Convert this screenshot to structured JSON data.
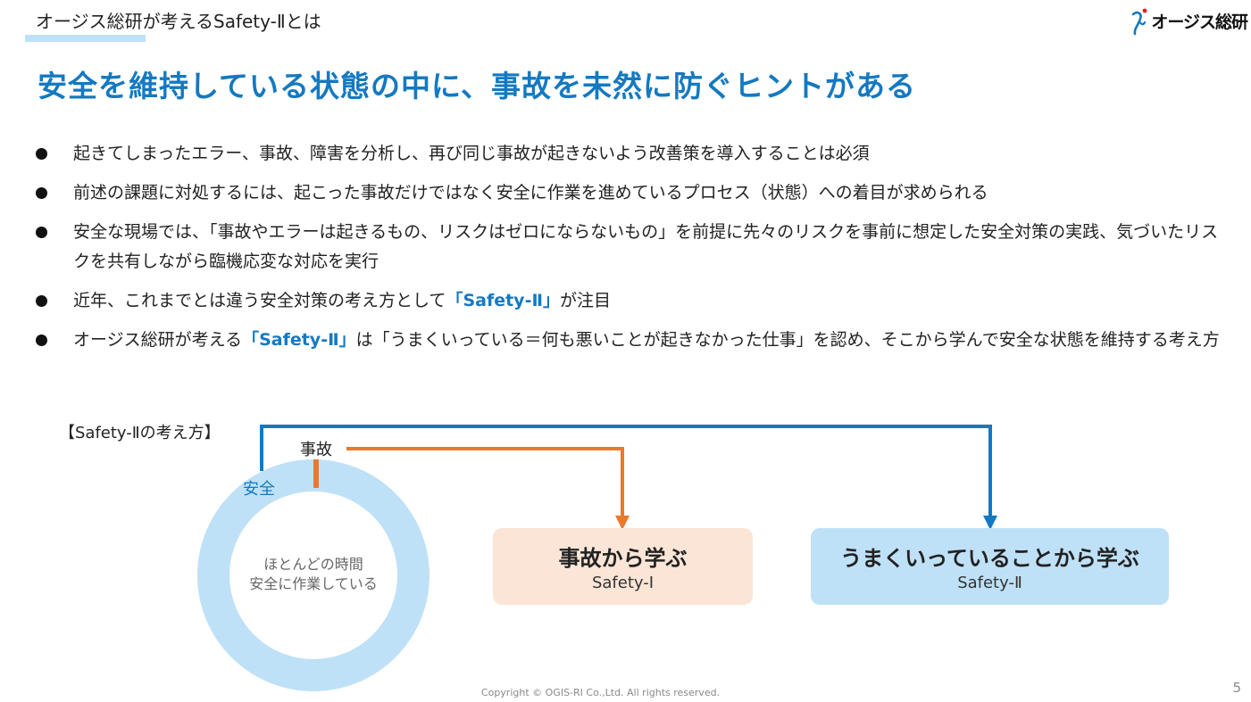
{
  "header": {
    "section_label": "オージス総研が考えるSafety-Ⅱとは",
    "logo_text": "オージス総研",
    "headline": "安全を維持している状態の中に、事故を未然に防ぐヒントがある"
  },
  "bullets": [
    {
      "text": "起きてしまったエラー、事故、障害を分析し、再び同じ事故が起きないよう改善策を導入することは必須"
    },
    {
      "text": "前述の課題に対処するには、起こった事故だけではなく安全に作業を進めているプロセス（状態）への着目が求められる"
    },
    {
      "text": "安全な現場では、「事故やエラーは起きるもの、リスクはゼロにならないもの」を前提に先々のリスクを事前に想定した安全対策の実践、気づいたリスクを共有しながら臨機応変な対応を実行"
    },
    {
      "before": "近年、これまでとは違う安全対策の考え方として",
      "highlight": "「Safety-Ⅱ」",
      "after": "が注目"
    },
    {
      "before": "オージス総研が考える",
      "highlight": "「Safety-Ⅱ」",
      "after": "は「うまくいっている＝何も悪いことが起きなかった仕事」を認め、そこから学んで安全な状態を維持する考え方"
    }
  ],
  "diagram": {
    "label": "【Safety-Ⅱの考え方】",
    "ring_text_line1": "ほとんどの時間",
    "ring_text_line2": "安全に作業している",
    "label_safe": "安全",
    "label_accident": "事故",
    "box_1": {
      "title": "事故から学ぶ",
      "subtitle": "Safety-Ⅰ"
    },
    "box_2": {
      "title": "うまくいっていることから学ぶ",
      "subtitle": "Safety-Ⅱ"
    }
  },
  "footer": {
    "copyright": "Copyright © OGIS-RI Co.,Ltd. All rights reserved.",
    "page_number": "5"
  },
  "colors": {
    "accent_blue": "#1479c1",
    "light_blue": "#bfe1f7",
    "accident_orange": "#e8792f",
    "light_orange": "#fbe5d6"
  }
}
